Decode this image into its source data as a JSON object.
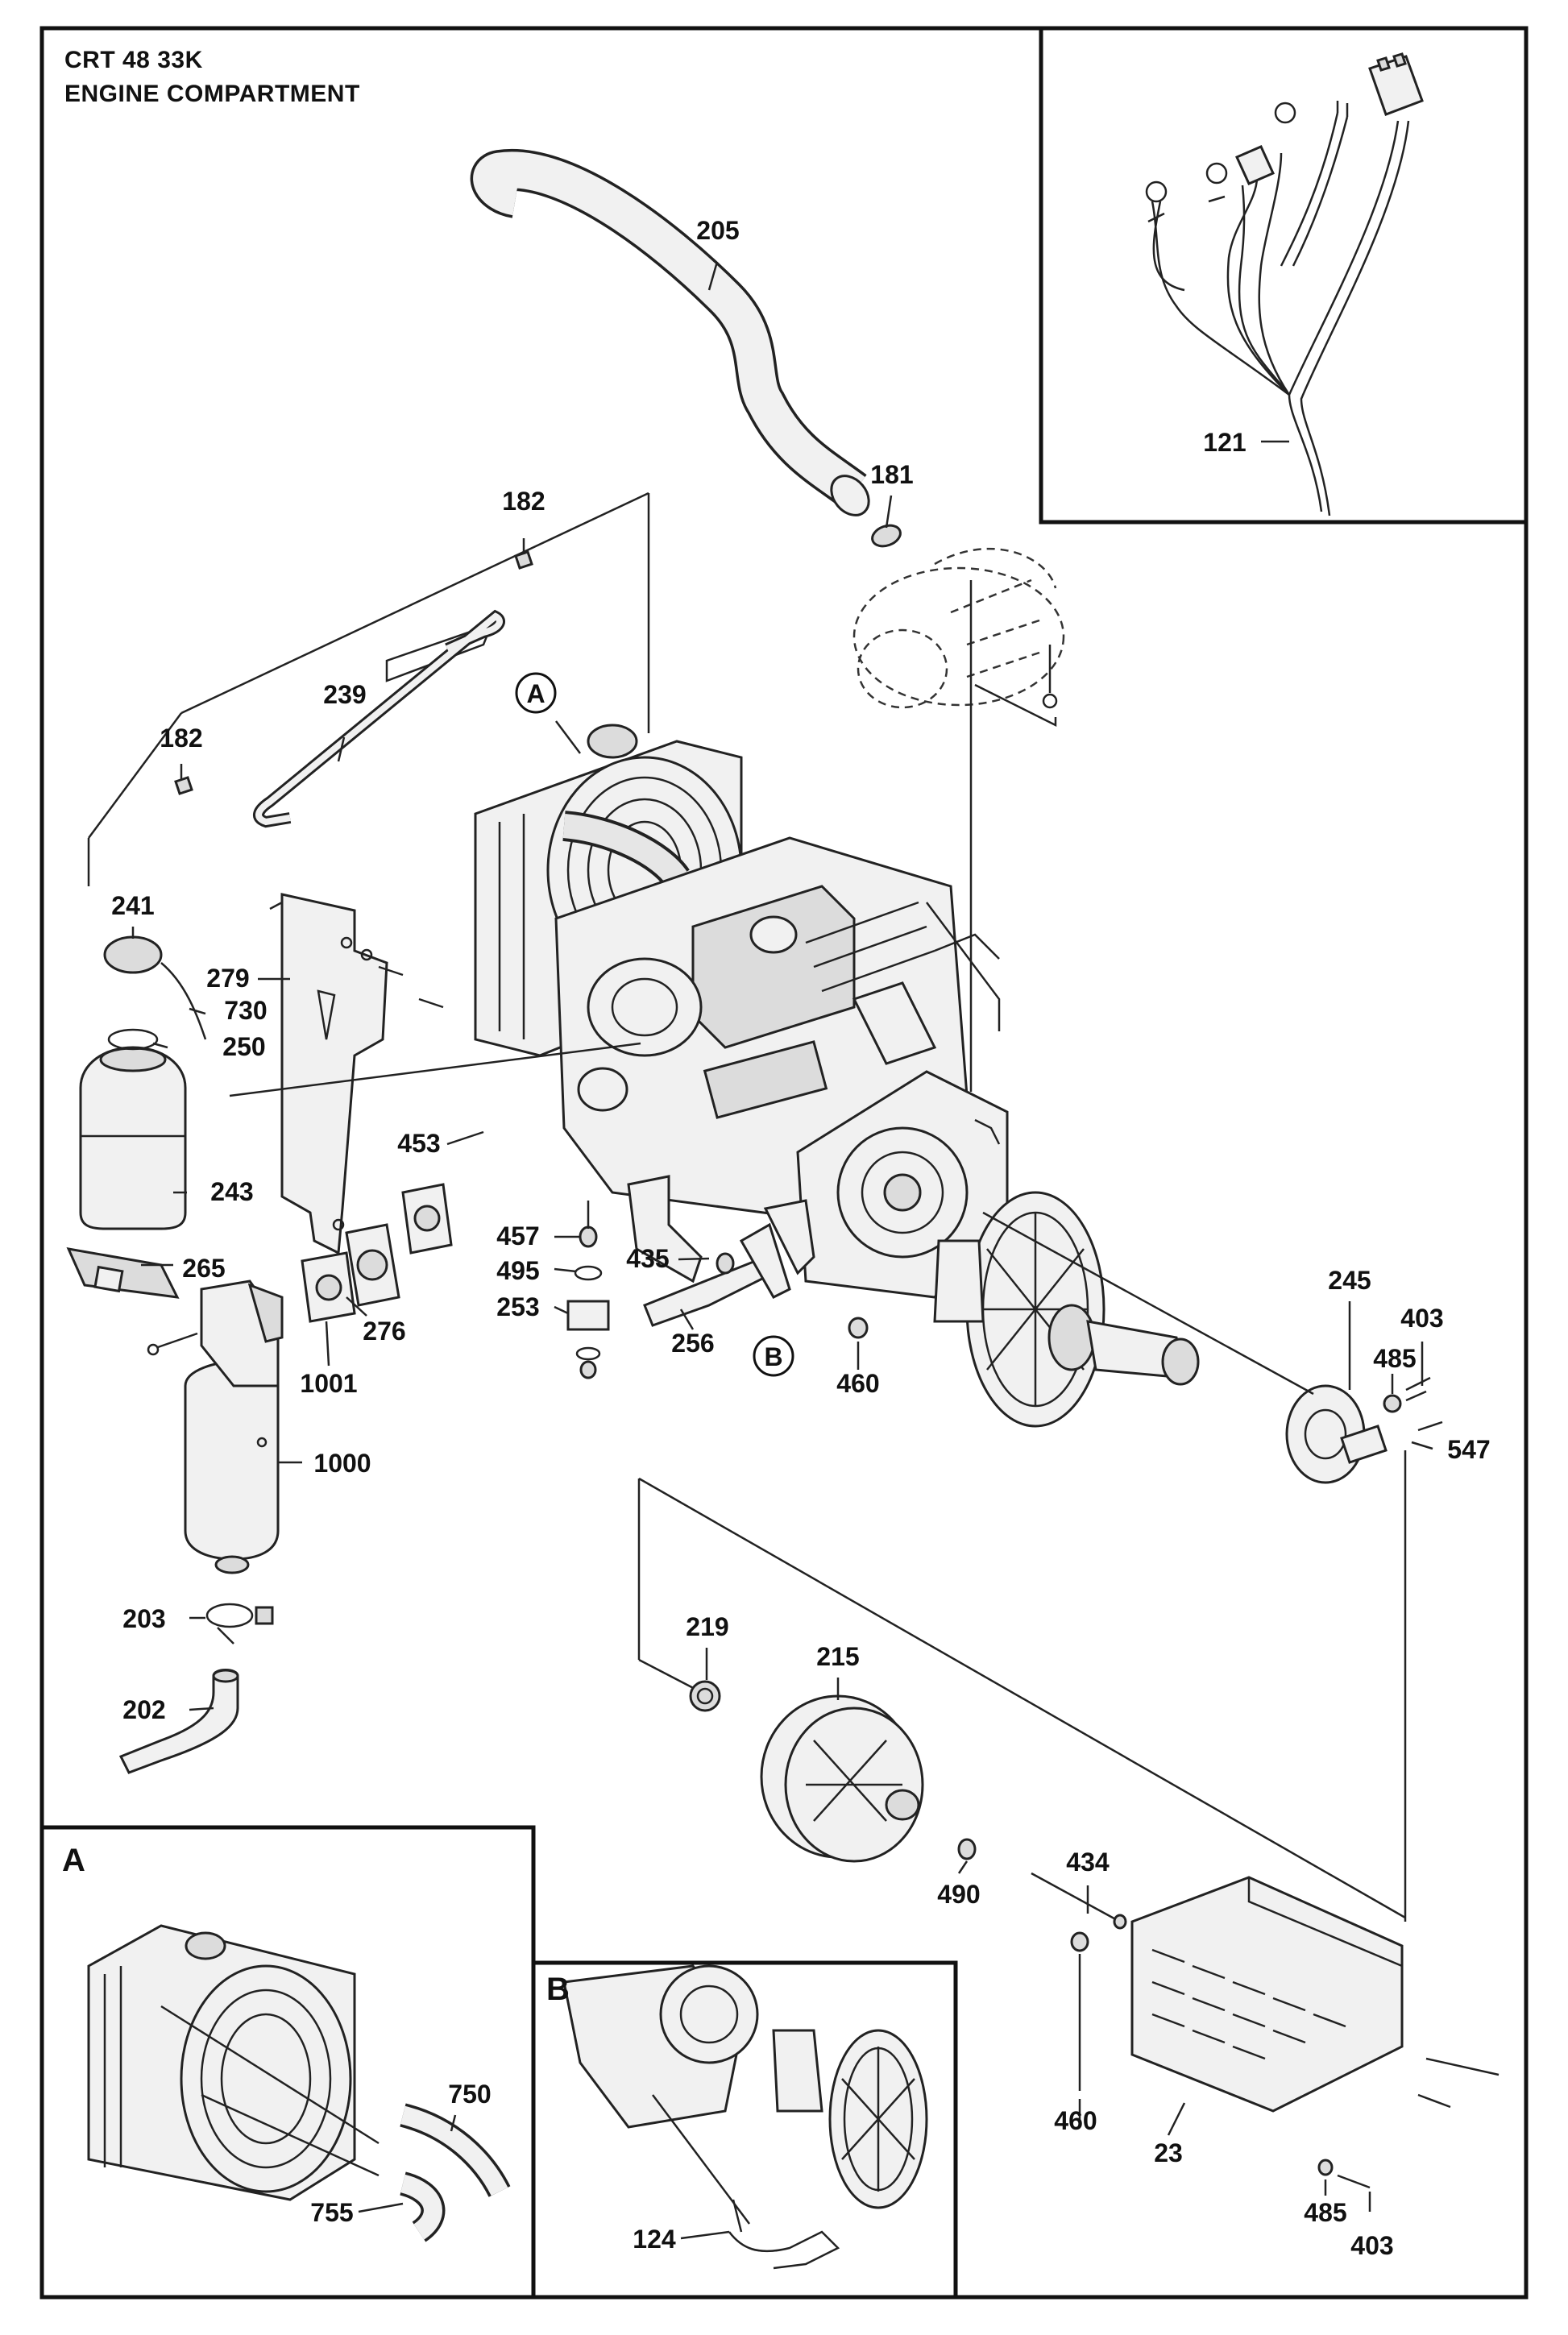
{
  "title": {
    "model": "CRT 48 33K",
    "section": "ENGINE COMPARTMENT"
  },
  "insets": {
    "a": {
      "title": "A",
      "callouts": [
        "750",
        "755"
      ]
    },
    "b": {
      "title": "B",
      "callouts": [
        "124"
      ]
    }
  },
  "markers": {
    "a": "A",
    "b": "B"
  },
  "callouts": {
    "c205": "205",
    "c181": "181",
    "c121": "121",
    "c182a": "182",
    "c182b": "182",
    "c239": "239",
    "c241": "241",
    "c279": "279",
    "c730": "730",
    "c250": "250",
    "c453": "453",
    "c243": "243",
    "c265": "265",
    "c457": "457",
    "c495": "495",
    "c435": "435",
    "c253": "253",
    "c256": "256",
    "c460a": "460",
    "c276": "276",
    "c1001": "1001",
    "c1000": "1000",
    "c245": "245",
    "c403a": "403",
    "c485a": "485",
    "c547": "547",
    "c203": "203",
    "c202": "202",
    "c219": "219",
    "c215": "215",
    "c434": "434",
    "c490": "490",
    "c460b": "460",
    "c23": "23",
    "c485b": "485",
    "c403b": "403",
    "c750": "750",
    "c755": "755",
    "c124": "124"
  }
}
